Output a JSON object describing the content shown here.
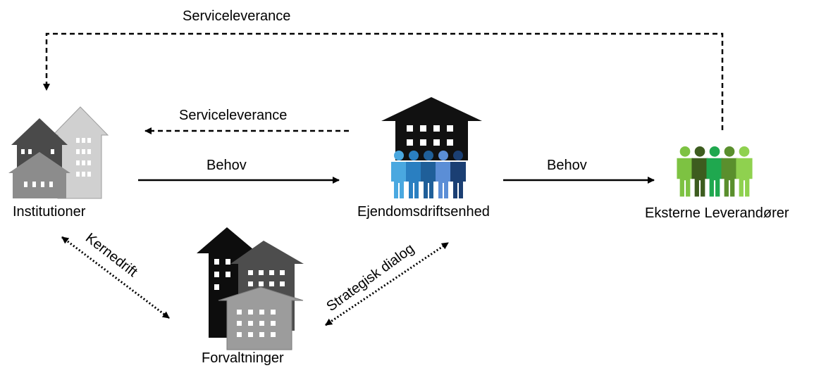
{
  "labels": {
    "top_service": "Serviceleverance",
    "mid_service": "Serviceleverance",
    "behov_left": "Behov",
    "behov_right": "Behov",
    "kernedrift": "Kernedrift",
    "strategisk": "Strategisk dialog"
  },
  "nodes": {
    "institutioner": "Institutioner",
    "ejendomsdrift": "Ejendomsdriftsenhed",
    "eksterne": "Eksterne Leverandører",
    "forvaltninger": "Forvaltninger"
  },
  "icons": {
    "institutioner": "buildings-icon",
    "ejendomsdrift": "building-with-people-icon",
    "eksterne": "people-group-icon",
    "forvaltninger": "buildings-icon"
  },
  "colors": {
    "arrow": "#000000",
    "blue_people": [
      "#4aa8e0",
      "#2a7fc1",
      "#1f5f99",
      "#5b8ed6",
      "#1b3f73"
    ],
    "green_people": [
      "#7dc242",
      "#3d5c1f",
      "#1fa84f",
      "#5a8f2d",
      "#8fd14f"
    ]
  }
}
